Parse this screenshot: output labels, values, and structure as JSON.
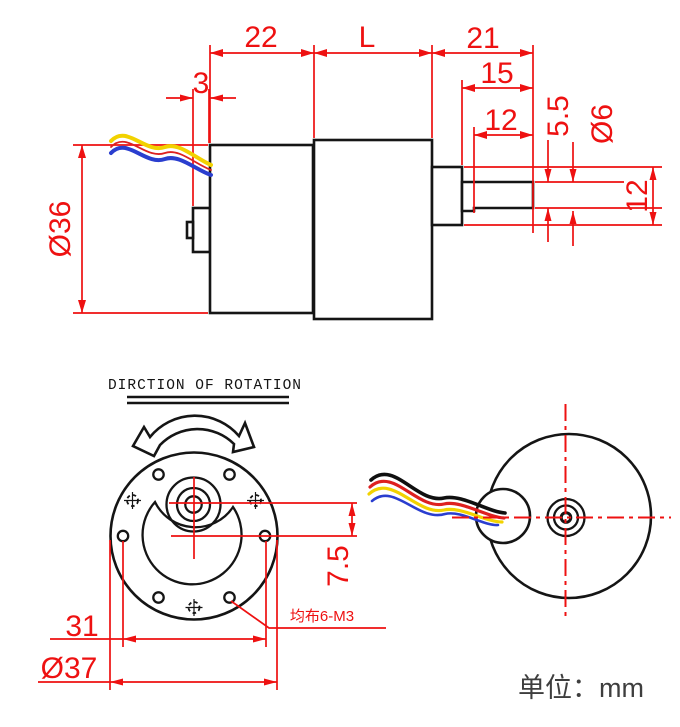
{
  "side_view": {
    "dim_motor_length": "22",
    "dim_gearbox_length": "L",
    "dim_shaft_total": "21",
    "dim_shaft_length": "15",
    "dim_flat_length": "12",
    "dim_connector_width": "3",
    "dim_motor_diameter": "Ø36",
    "dim_flat_height": "5.5",
    "dim_shaft_diameter": "Ø6",
    "dim_boss_diameter": "12"
  },
  "front_view": {
    "label_rotation": "DIRCTION OF ROTATION",
    "dim_bolt_circle": "31",
    "dim_outer_diameter": "Ø37",
    "dim_shaft_offset": "7.5",
    "note_mounting_holes": "均布6-M3"
  },
  "footer": {
    "unit_label": "单位：mm"
  },
  "colors": {
    "dimension_red": "#ee1111",
    "outline_black": "#151515",
    "wire_yellow": "#f2d200",
    "wire_blue": "#2a3ecf",
    "wire_red": "#de2020",
    "unit_text_gray": "#3e3e3e"
  }
}
